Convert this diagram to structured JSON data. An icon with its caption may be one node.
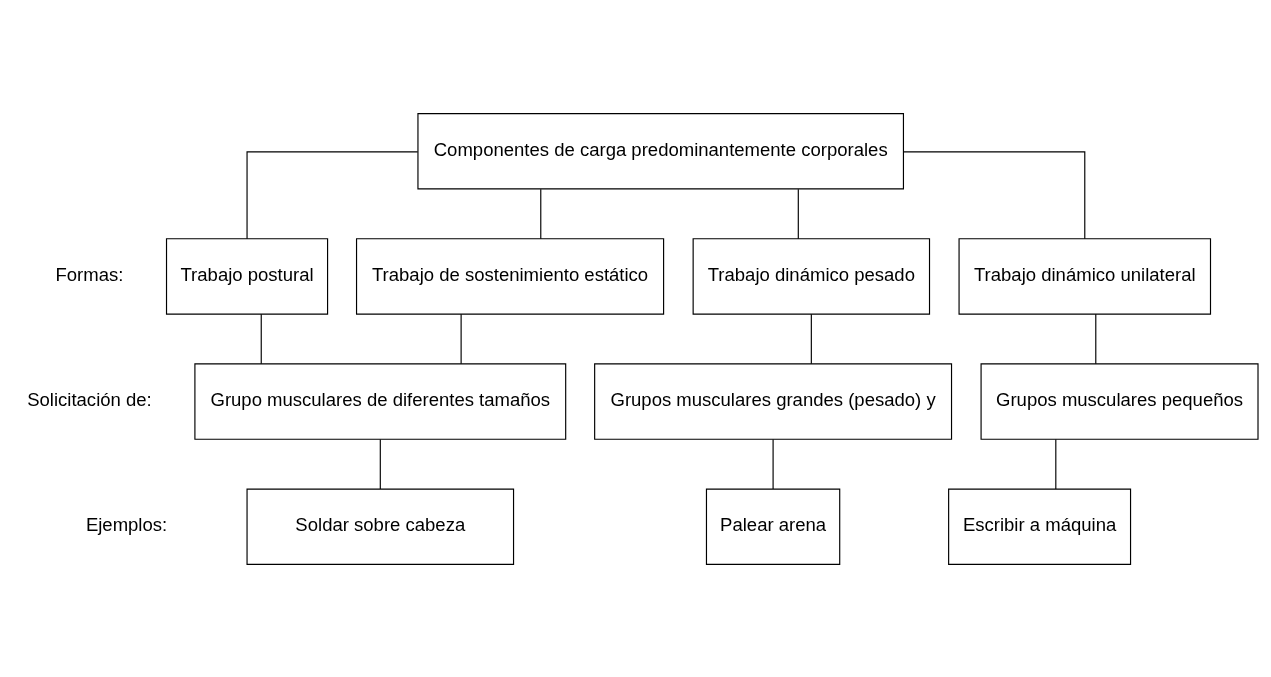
{
  "diagram": {
    "nodes": [
      {
        "text": [
          "Componentes de carga predominantemente corporales"
        ]
      },
      {
        "text": [
          "Trabajo postural"
        ]
      },
      {
        "text": [
          "Trabajo de sostenimiento estático"
        ]
      },
      {
        "text": [
          "Trabajo dinámico pesado"
        ]
      },
      {
        "text": [
          "Trabajo dinámico unilateral"
        ]
      },
      {
        "text": [
          "Grupo musculares de diferentes tamaños"
        ]
      },
      {
        "text": [
          "Grupos musculares grandes (pesado) y"
        ]
      },
      {
        "text": [
          "Grupos musculares pequeños"
        ]
      },
      {
        "text": [
          "Soldar sobre cabeza"
        ]
      },
      {
        "text": [
          "Palear arena"
        ]
      },
      {
        "text": [
          "Escribir a máquina"
        ]
      }
    ],
    "edges": [
      {
        "from": 0,
        "to": 1,
        "arrow": "none"
      },
      {
        "from": 0,
        "to": 2,
        "arrow": "none"
      },
      {
        "from": 0,
        "to": 3,
        "arrow": "none"
      },
      {
        "from": 0,
        "to": 4,
        "arrow": "none"
      },
      {
        "from": 1,
        "to": 5,
        "arrow": "none"
      },
      {
        "from": 2,
        "to": 5,
        "arrow": "none"
      },
      {
        "from": 3,
        "to": 6,
        "arrow": "none"
      },
      {
        "from": 4,
        "to": 7,
        "arrow": "none"
      },
      {
        "from": 5,
        "to": 8,
        "arrow": "none"
      },
      {
        "from": 6,
        "to": 9,
        "arrow": "none"
      },
      {
        "from": 7,
        "to": 10,
        "arrow": "none"
      }
    ],
    "labels": [
      "Formas:",
      "Solicitación de:",
      "Ejemplos:"
    ]
  }
}
